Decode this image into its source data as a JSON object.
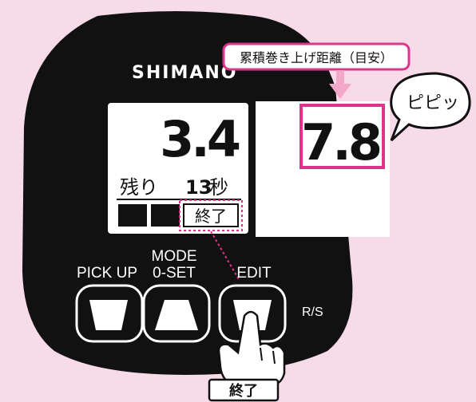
{
  "brand": "SHIMANO",
  "callout": {
    "accumulated_label": "累積巻き上げ距離（目安）",
    "beep": "ピピッ"
  },
  "lcd": {
    "main_value": "3.4",
    "remaining_label": "残り",
    "seconds_value": "13",
    "seconds_unit": "秒",
    "end_label": "終了"
  },
  "result_display": {
    "value": "7.8"
  },
  "buttons": {
    "pick_up": "PICK UP",
    "mode_line1": "MODE",
    "mode_line2": "0-SET",
    "edit": "EDIT",
    "rs": "R/S"
  },
  "bottom_caption": "終了",
  "colors": {
    "background": "#f8dbe9",
    "device": "#111111",
    "accent_magenta": "#e0348c",
    "lcd_bg": "#ffffff"
  }
}
